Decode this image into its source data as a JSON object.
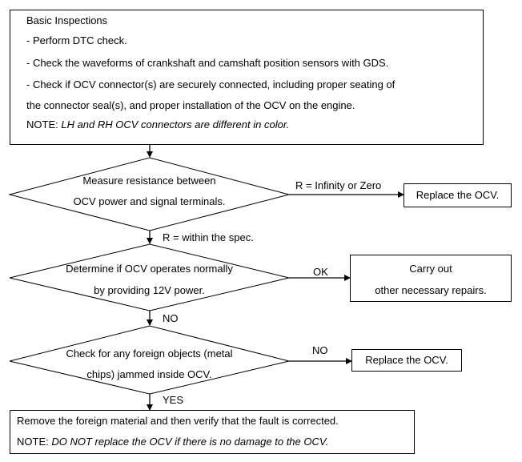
{
  "basic": {
    "title": "Basic Inspections",
    "line1": "- Perform DTC check.",
    "line2": "- Check the waveforms of crankshaft and camshaft position sensors with GDS.",
    "line3a": "- Check if OCV connector(s) are securely connected, including proper seating of",
    "line3b": "the connector seal(s), and proper installation of the OCV on the engine.",
    "note_label": "NOTE: ",
    "note_text": "LH and RH OCV connectors are different in color."
  },
  "step1": {
    "line1": "Measure resistance between",
    "line2": "OCV power and signal terminals.",
    "right_label": "R = Infinity or Zero",
    "right_box": "Replace the OCV.",
    "down_label": "R = within the spec."
  },
  "step2": {
    "line1": "Determine if OCV operates normally",
    "line2": "by providing 12V power.",
    "right_label": "OK",
    "right_box1": "Carry out",
    "right_box2": "other necessary repairs.",
    "down_label": "NO"
  },
  "step3": {
    "line1": "Check for any foreign objects (metal",
    "line2": "chips) jammed inside OCV.",
    "right_label": "NO",
    "right_box": "Replace the OCV.",
    "down_label": "YES"
  },
  "final": {
    "line1": "Remove the foreign material and then verify that the fault is corrected.",
    "note_label": "NOTE: ",
    "note_text": "DO NOT replace the OCV if there is no damage to the OCV."
  }
}
